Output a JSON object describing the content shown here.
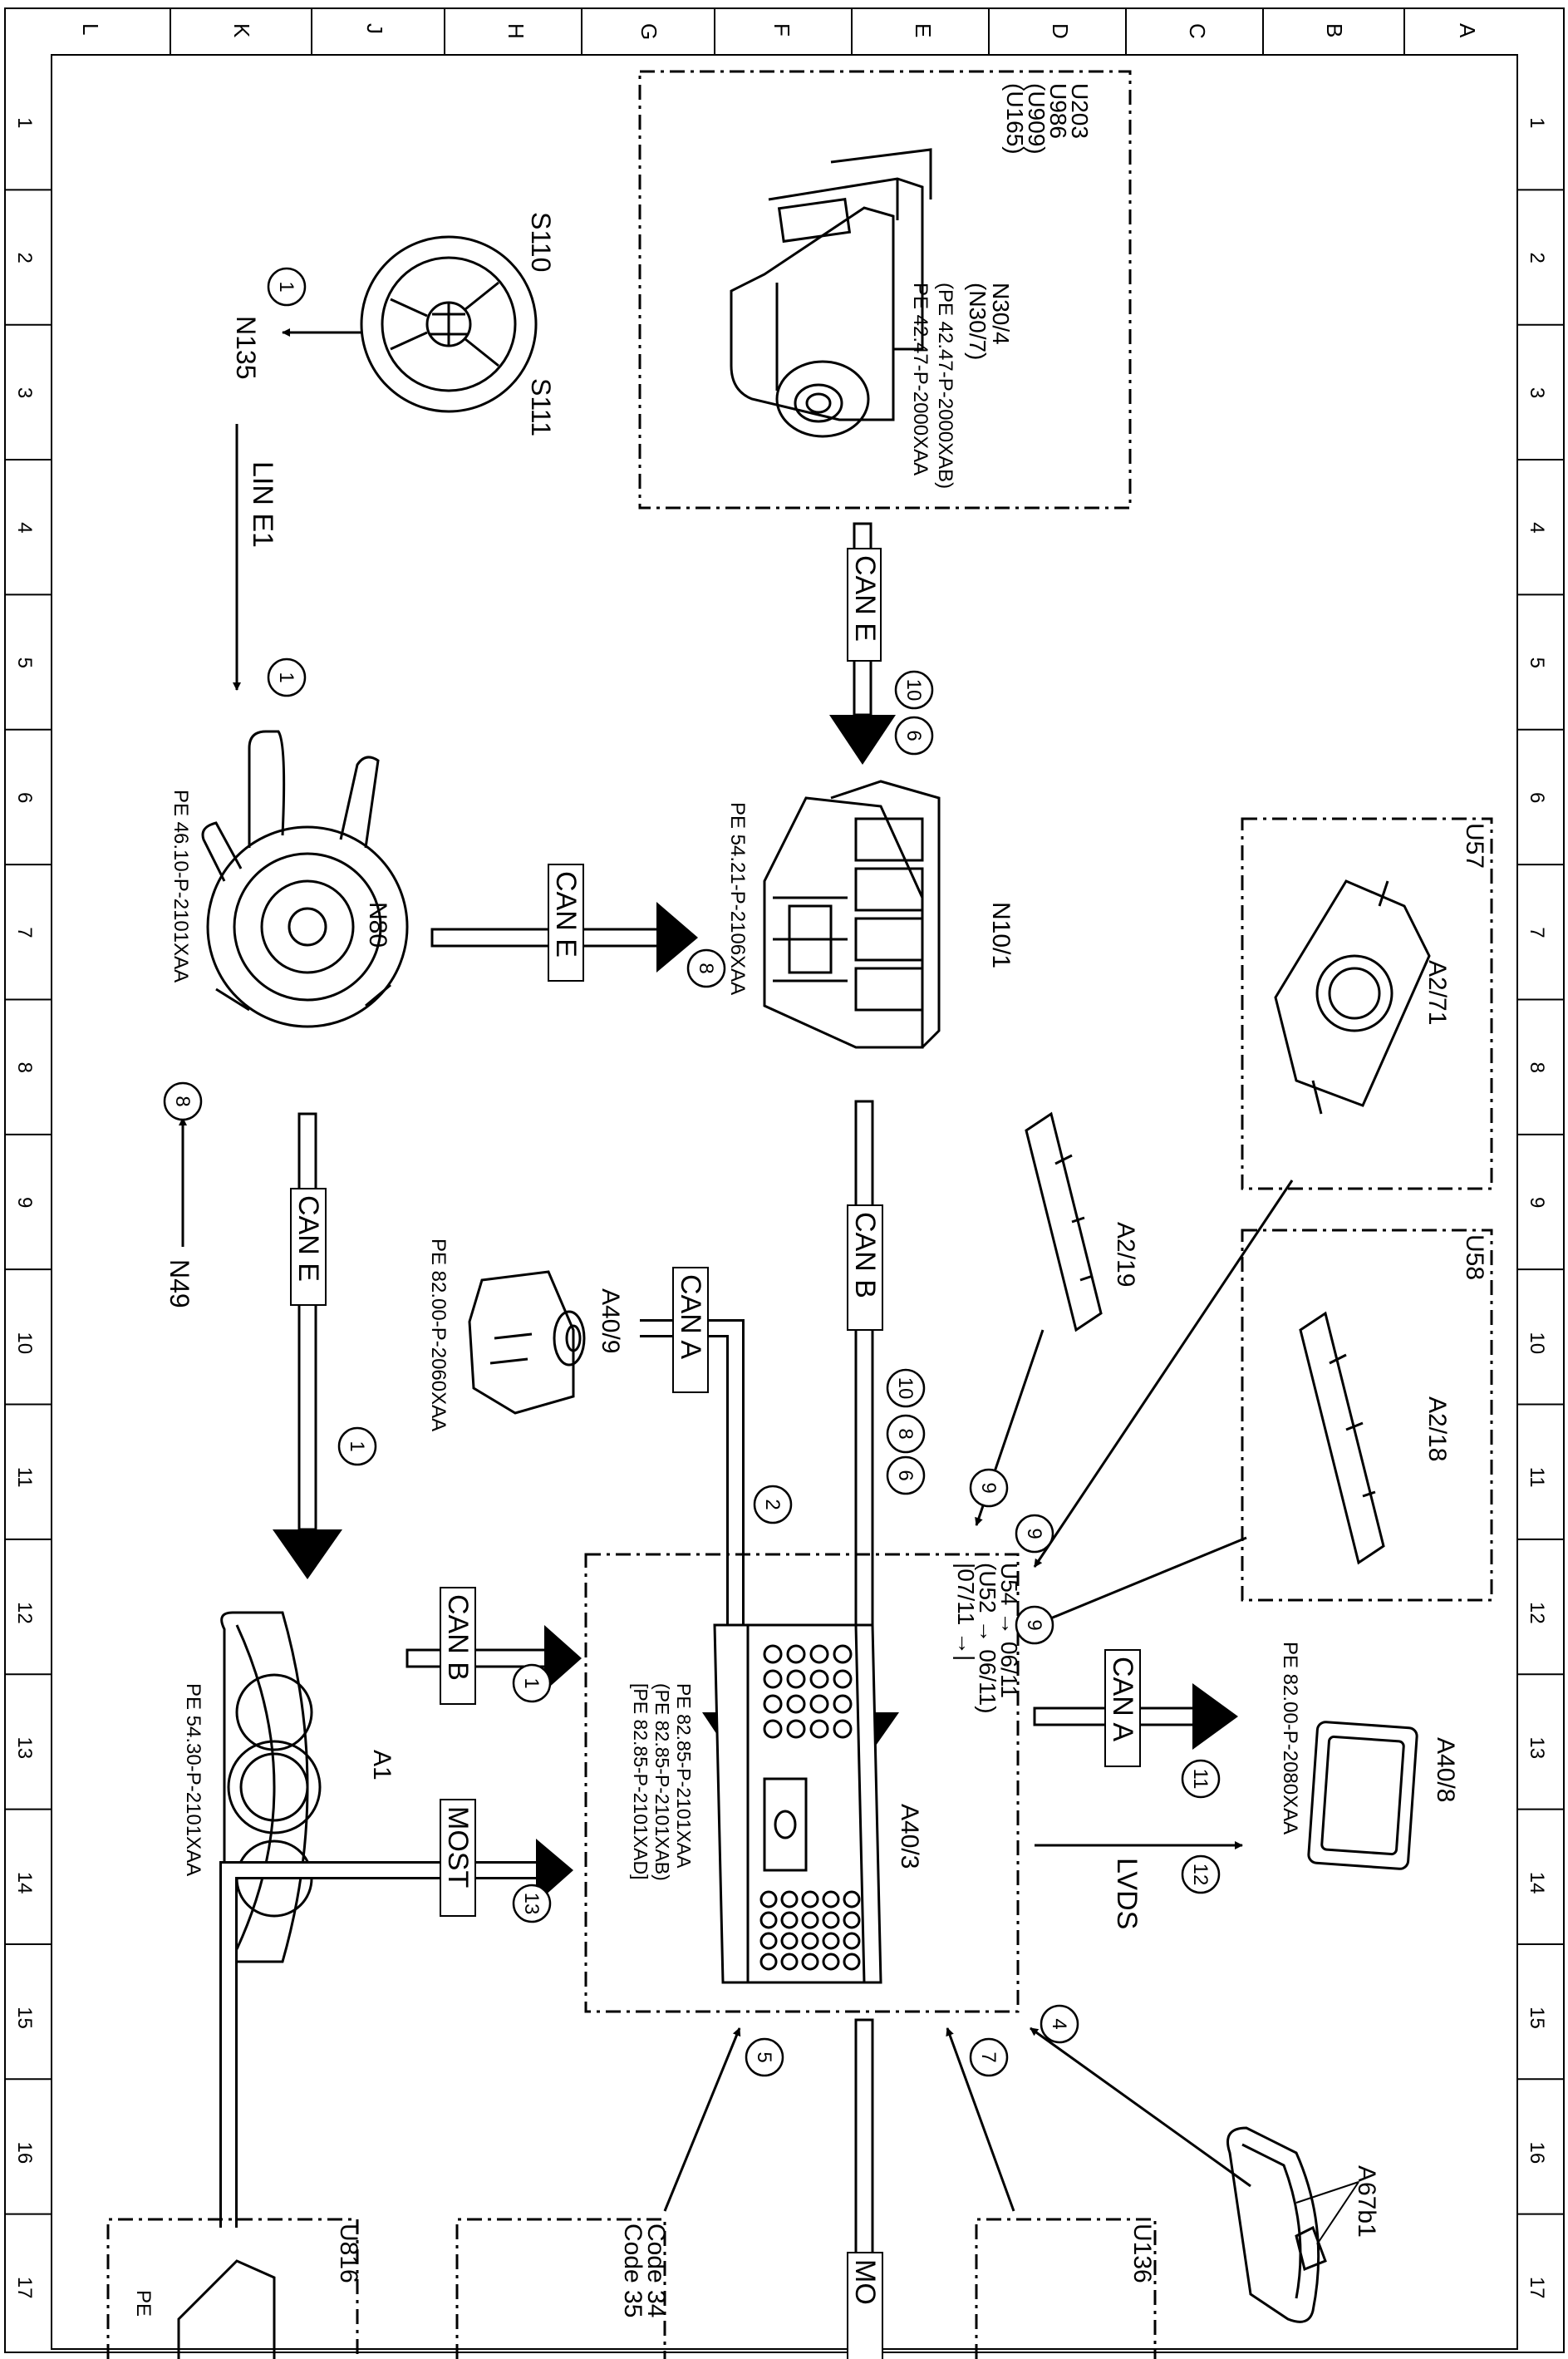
{
  "frame": {
    "columns": [
      "L",
      "K",
      "J",
      "H",
      "G",
      "F",
      "E",
      "D",
      "C",
      "B",
      "A"
    ],
    "rows": [
      "1",
      "2",
      "3",
      "4",
      "5",
      "6",
      "7",
      "8",
      "9",
      "10",
      "11",
      "12",
      "13",
      "14",
      "15",
      "16",
      "17"
    ]
  },
  "buses": {
    "can_e_top": "CAN E",
    "can_e_mid": "CAN E",
    "can_e_left": "CAN E",
    "can_b_right": "CAN B",
    "can_a_mid": "CAN A",
    "can_b_low": "CAN B",
    "can_a_low": "CAN A",
    "most_low": "MOST",
    "most_bottom": "MO",
    "lin_e1": "LIN E1",
    "lvds": "LVDS"
  },
  "components": {
    "u203": {
      "lines": [
        "U203",
        "U986",
        "(U909)",
        "(U165)"
      ],
      "name": "N30/4",
      "name2": "(N30/7)",
      "pe1": "PE 42.47-P-2000XAA",
      "pe2": "(PE 42.47-P-2000XAB)"
    },
    "s110": "S110",
    "s111": "S111",
    "n135": "N135",
    "n80": {
      "name": "N80",
      "pe": "PE 46.10-P-2101XAA"
    },
    "n10_1": {
      "name": "N10/1",
      "pe": "PE 54.21-P-2106XAA"
    },
    "u57": {
      "box": "U57",
      "name": "A2/71"
    },
    "u58": {
      "box": "U58",
      "name": "A2/18"
    },
    "a2_19": "A2/19",
    "a40_9": {
      "name": "A40/9",
      "pe": "PE 82.00-P-2060XAA"
    },
    "n49": "N49",
    "a1": {
      "name": "A1",
      "pe": "PE 54.30-P-2101XAA"
    },
    "a40_3": {
      "lines": [
        "U54 → 06/11",
        "(U52 → 06/11)",
        "|07/11 →|"
      ],
      "name": "A40/3",
      "pe1": "PE 82.85-P-2101XAA",
      "pe2": "(PE 82.85-P-2101XAB)",
      "pe3": "[PE 82.85-P-2101XAD]"
    },
    "a40_8": {
      "name": "A40/8",
      "pe": "PE 82.00-P-2080XAA"
    },
    "a67b1": "A67b1",
    "u136": "U136",
    "u816": {
      "box": "U816",
      "pe": "PE"
    },
    "code": [
      "Code 34",
      "Code 35"
    ]
  },
  "markers": [
    "1",
    "1",
    "10",
    "6",
    "8",
    "8",
    "1",
    "10",
    "8",
    "6",
    "2",
    "9",
    "9",
    "9",
    "1",
    "11",
    "13",
    "12",
    "4",
    "7",
    "5"
  ]
}
